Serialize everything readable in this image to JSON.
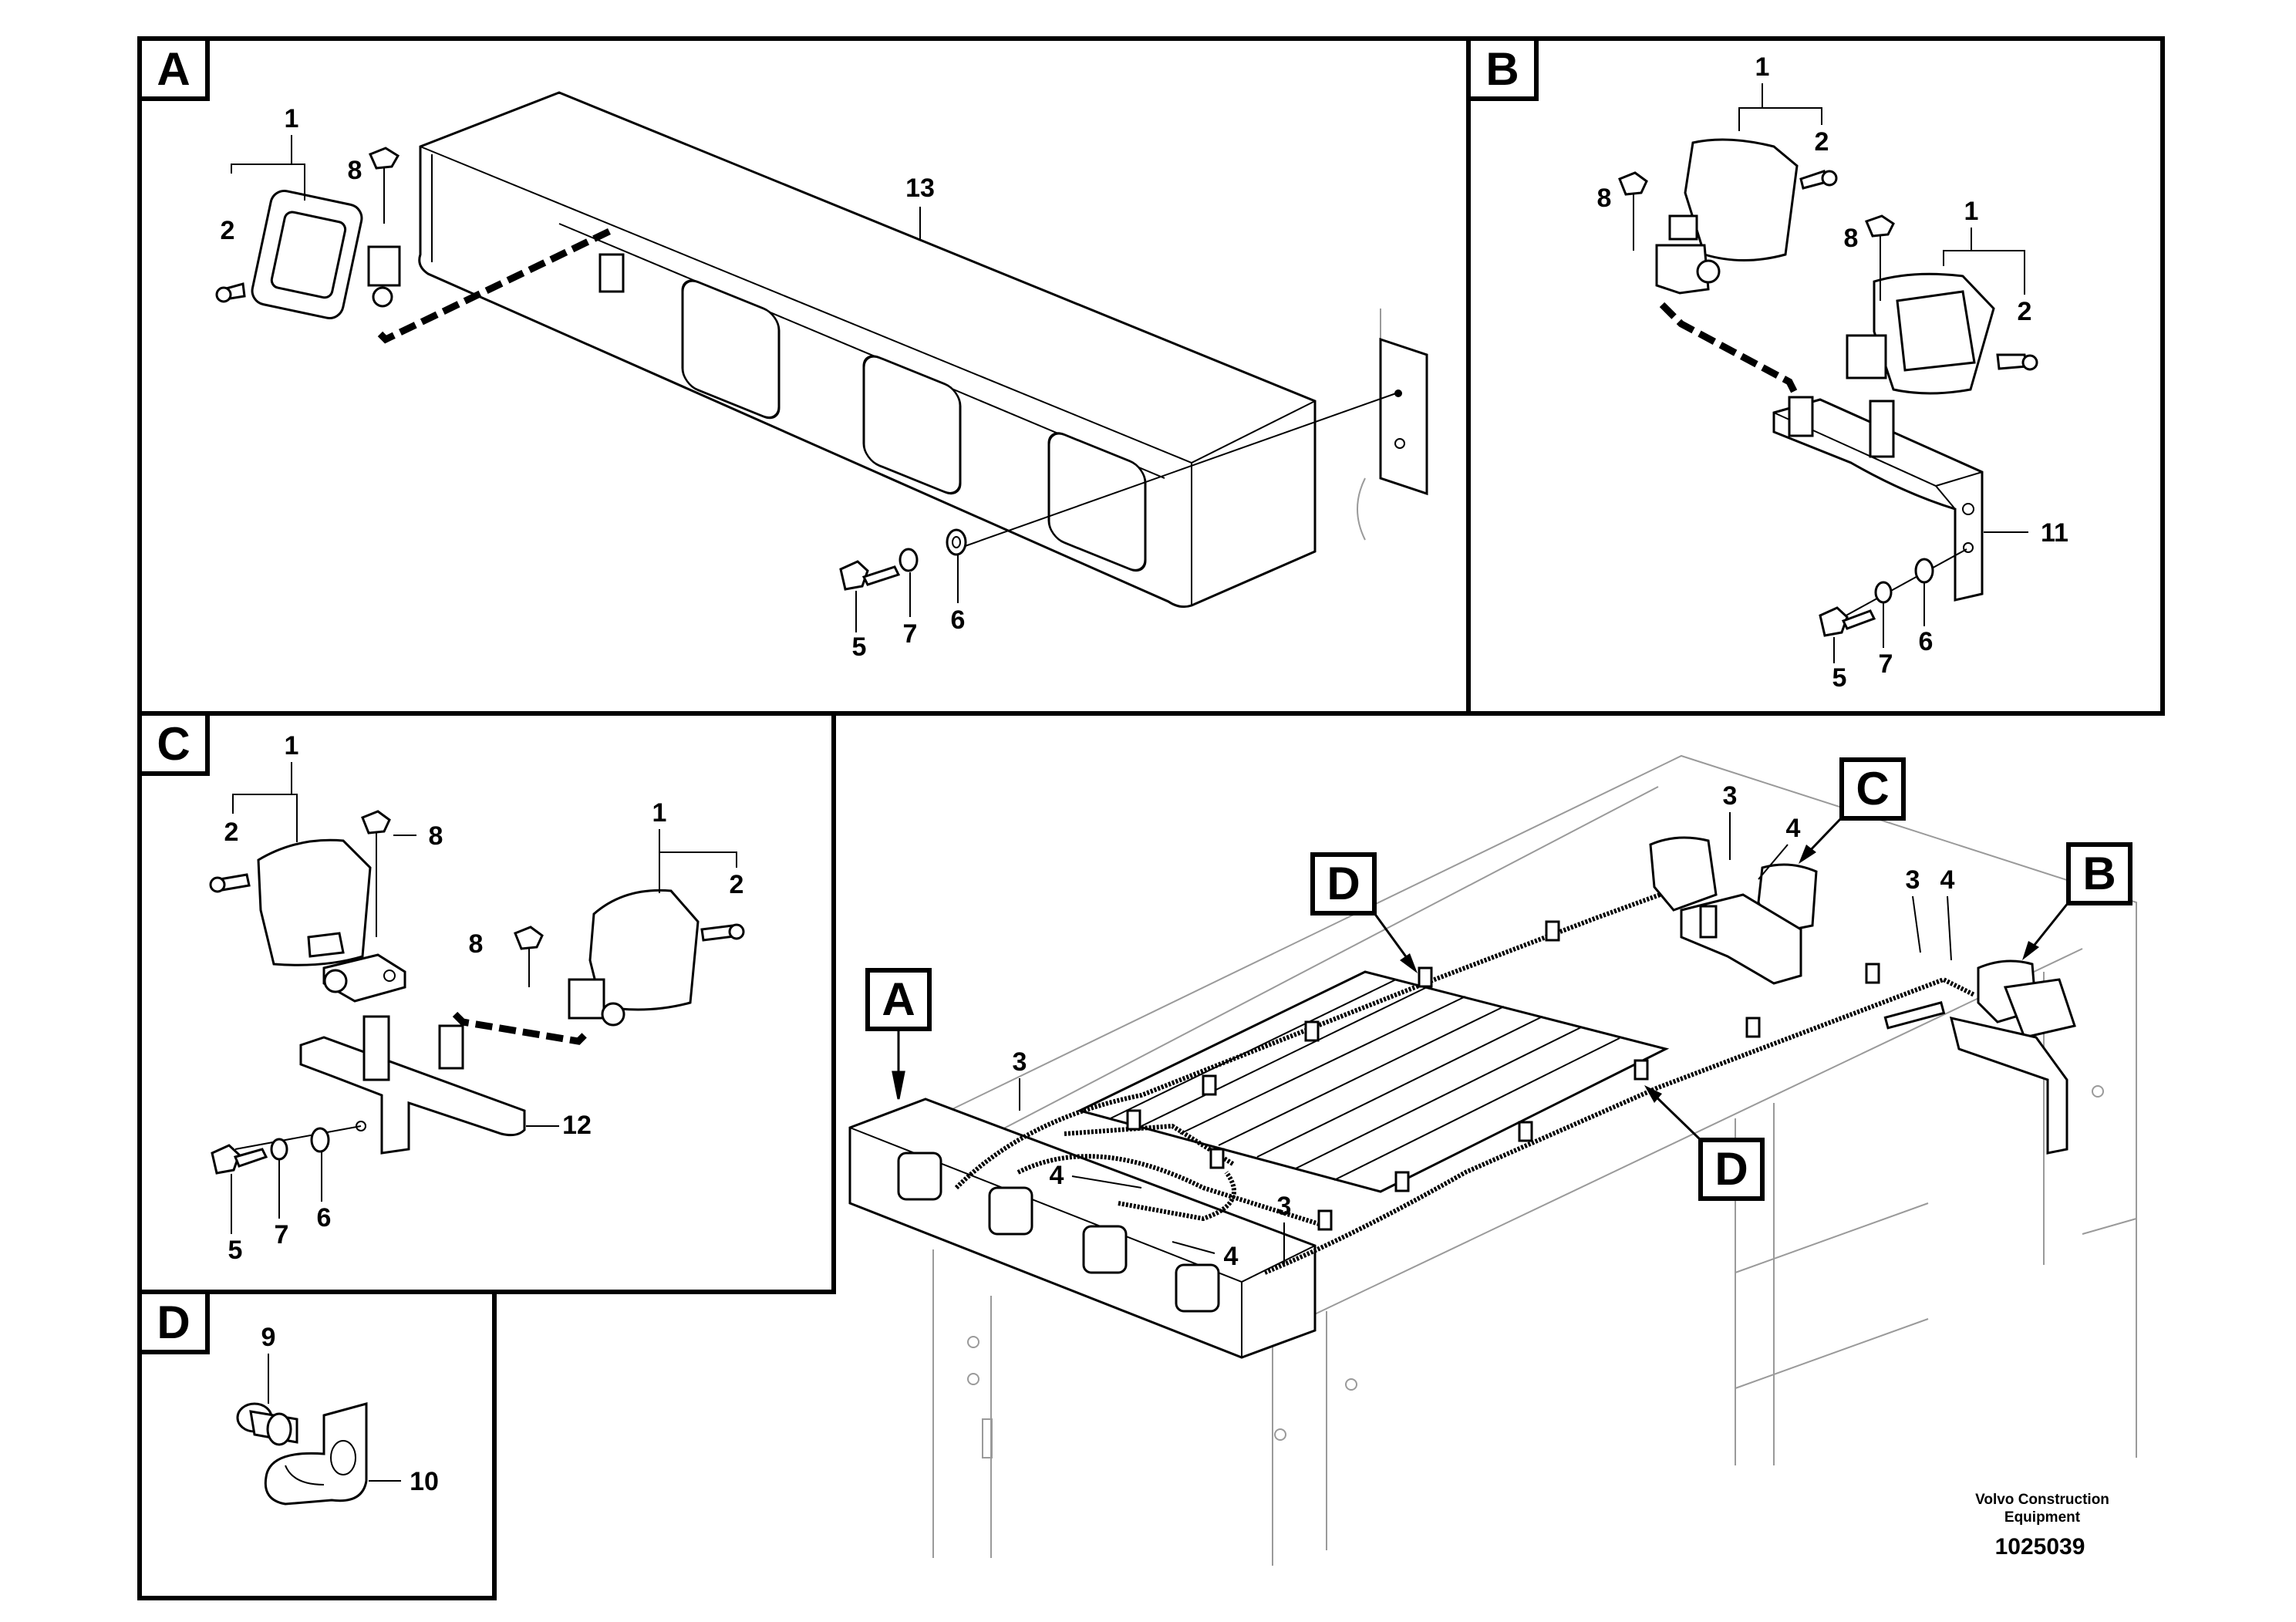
{
  "panels": {
    "A": {
      "letter": "A",
      "callouts": {
        "c1": "1",
        "c2": "2",
        "c8": "8",
        "c13": "13",
        "c5": "5",
        "c7": "7",
        "c6": "6"
      }
    },
    "B": {
      "letter": "B",
      "callouts": {
        "c1a": "1",
        "c2a": "2",
        "c8a": "8",
        "c1b": "1",
        "c8b": "8",
        "c2b": "2",
        "c11": "11",
        "c5": "5",
        "c7": "7",
        "c6": "6"
      }
    },
    "C": {
      "letter": "C",
      "callouts": {
        "c1a": "1",
        "c2a": "2",
        "c8a": "8",
        "c1b": "1",
        "c8b": "8",
        "c2b": "2",
        "c12": "12",
        "c5": "5",
        "c7": "7",
        "c6": "6"
      }
    },
    "D": {
      "letter": "D",
      "callouts": {
        "c9": "9",
        "c10": "10"
      }
    }
  },
  "overview": {
    "tags": {
      "A": "A",
      "B": "B",
      "C": "C",
      "D1": "D",
      "D2": "D"
    },
    "callouts": {
      "c3a": "3",
      "c4a": "4",
      "c3b": "3",
      "c4b": "4",
      "c3c": "3",
      "c4c": "4",
      "c3d": "3",
      "c4d": "4"
    }
  },
  "credit": {
    "line1": "Volvo Construction",
    "line2": "Equipment"
  },
  "document_number": "1025039"
}
